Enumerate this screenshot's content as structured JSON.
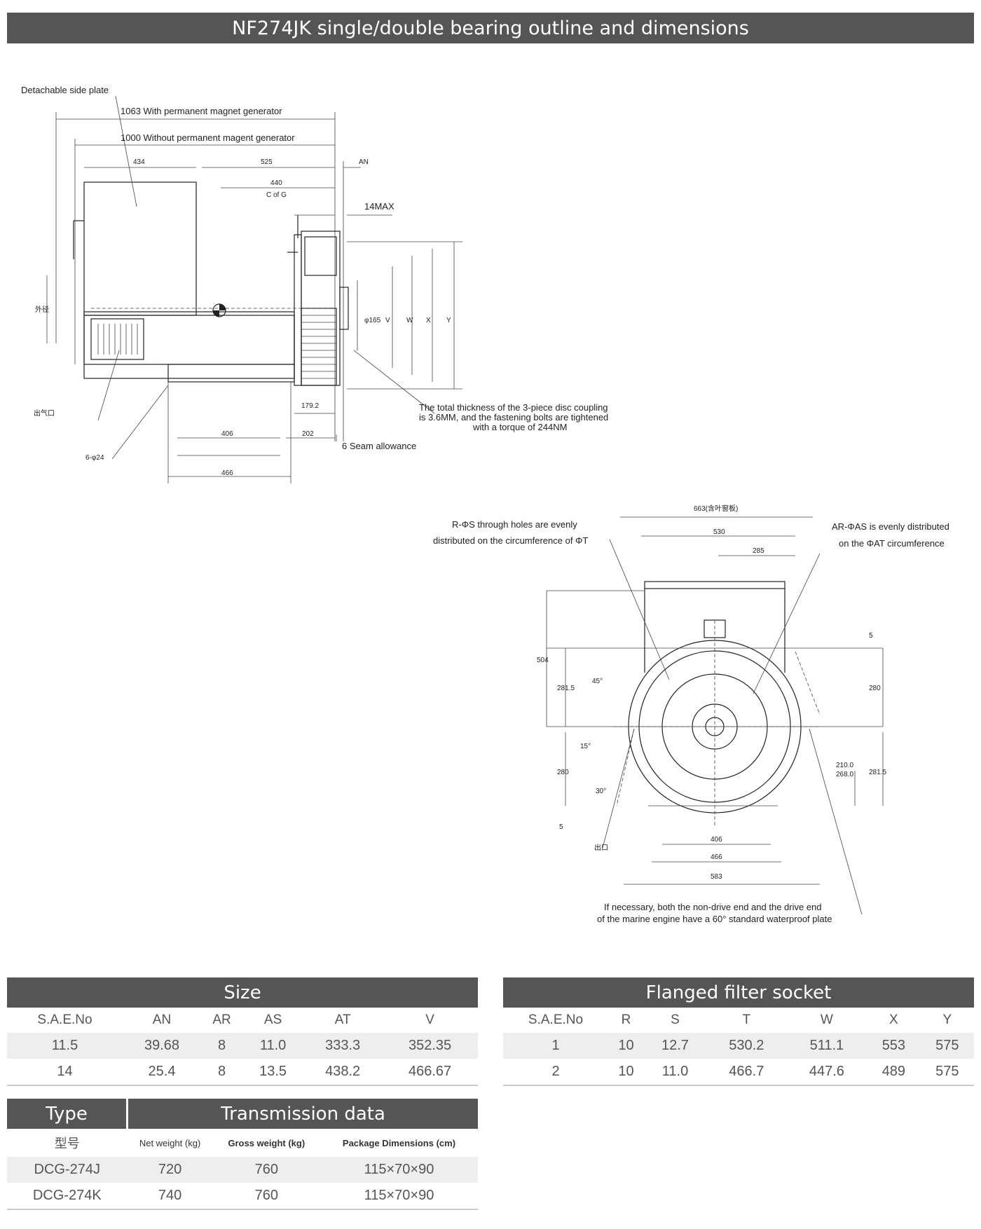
{
  "title": "NF274JK single/double bearing outline and dimensions",
  "side_view": {
    "notes": {
      "side_plate": "Detachable side  plate",
      "with_pmg": "1063 With permanent magnet  generator",
      "without_pmg": "1000 Without permanent magent generator",
      "max14": "14MAX",
      "coupling_line1": "The total thickness of the 3-piece disc coupling",
      "coupling_line2": "is 3.6MM, and the fastening bolts are tightened",
      "coupling_line3": "with a torque of 244NM",
      "seam": "6 Seam allowance",
      "outlet": "出气口"
    },
    "dims": {
      "d434": "434",
      "d525": "525",
      "d440": "440",
      "cofg": "C of G",
      "an": "AN",
      "d179": "179.2",
      "d406": "406",
      "d202": "202",
      "d466": "466",
      "holes": "6-φ24",
      "phi165": "φ165",
      "v": "V",
      "w": "W",
      "x": "X",
      "y": "Y",
      "outer": "外径"
    }
  },
  "end_view": {
    "notes": {
      "rs_line1": "R-ΦS through holes are evenly",
      "rs_line2": "distributed on the circumference of ΦT",
      "ar_line1": "AR-ΦAS is evenly distributed",
      "ar_line2": "on the ΦAT circumference",
      "water_line1": "If necessary, both the non-drive end and the drive end",
      "water_line2": "of the marine engine have a 60° standard waterproof plate",
      "outlet": "出口"
    },
    "dims": {
      "d663": "663(含叶窗板)",
      "d530": "530",
      "d285": "285",
      "d504": "504",
      "d2815a": "281.5",
      "d280a": "280",
      "d5a": "5",
      "d5b": "5",
      "d280b": "280",
      "d2815b": "281.5",
      "d210": "210.0",
      "d268": "268.0",
      "d406": "406",
      "d466": "466",
      "d583": "583",
      "a45": "45°",
      "a15": "15°",
      "a30": "30°"
    }
  },
  "size_table": {
    "title": "Size",
    "columns": [
      "S.A.E.No",
      "AN",
      "AR",
      "AS",
      "AT",
      "V"
    ],
    "rows": [
      [
        "11.5",
        "39.68",
        "8",
        "11.0",
        "333.3",
        "352.35"
      ],
      [
        "14",
        "25.4",
        "8",
        "13.5",
        "438.2",
        "466.67"
      ]
    ]
  },
  "flange_table": {
    "title": "Flanged filter socket",
    "columns": [
      "S.A.E.No",
      "R",
      "S",
      "T",
      "W",
      "X",
      "Y"
    ],
    "rows": [
      [
        "1",
        "10",
        "12.7",
        "530.2",
        "511.1",
        "553",
        "575"
      ],
      [
        "2",
        "10",
        "11.0",
        "466.7",
        "447.6",
        "489",
        "575"
      ]
    ]
  },
  "type_table": {
    "type_title": "Type",
    "trans_title": "Transmission data",
    "type_sub": "型号",
    "columns": [
      "Net weight (kg)",
      "Gross weight (kg)",
      "Package Dimensions (cm)"
    ],
    "rows": [
      [
        "DCG-274J",
        "720",
        "760",
        "115×70×90"
      ],
      [
        "DCG-274K",
        "740",
        "760",
        "115×70×90"
      ]
    ]
  }
}
